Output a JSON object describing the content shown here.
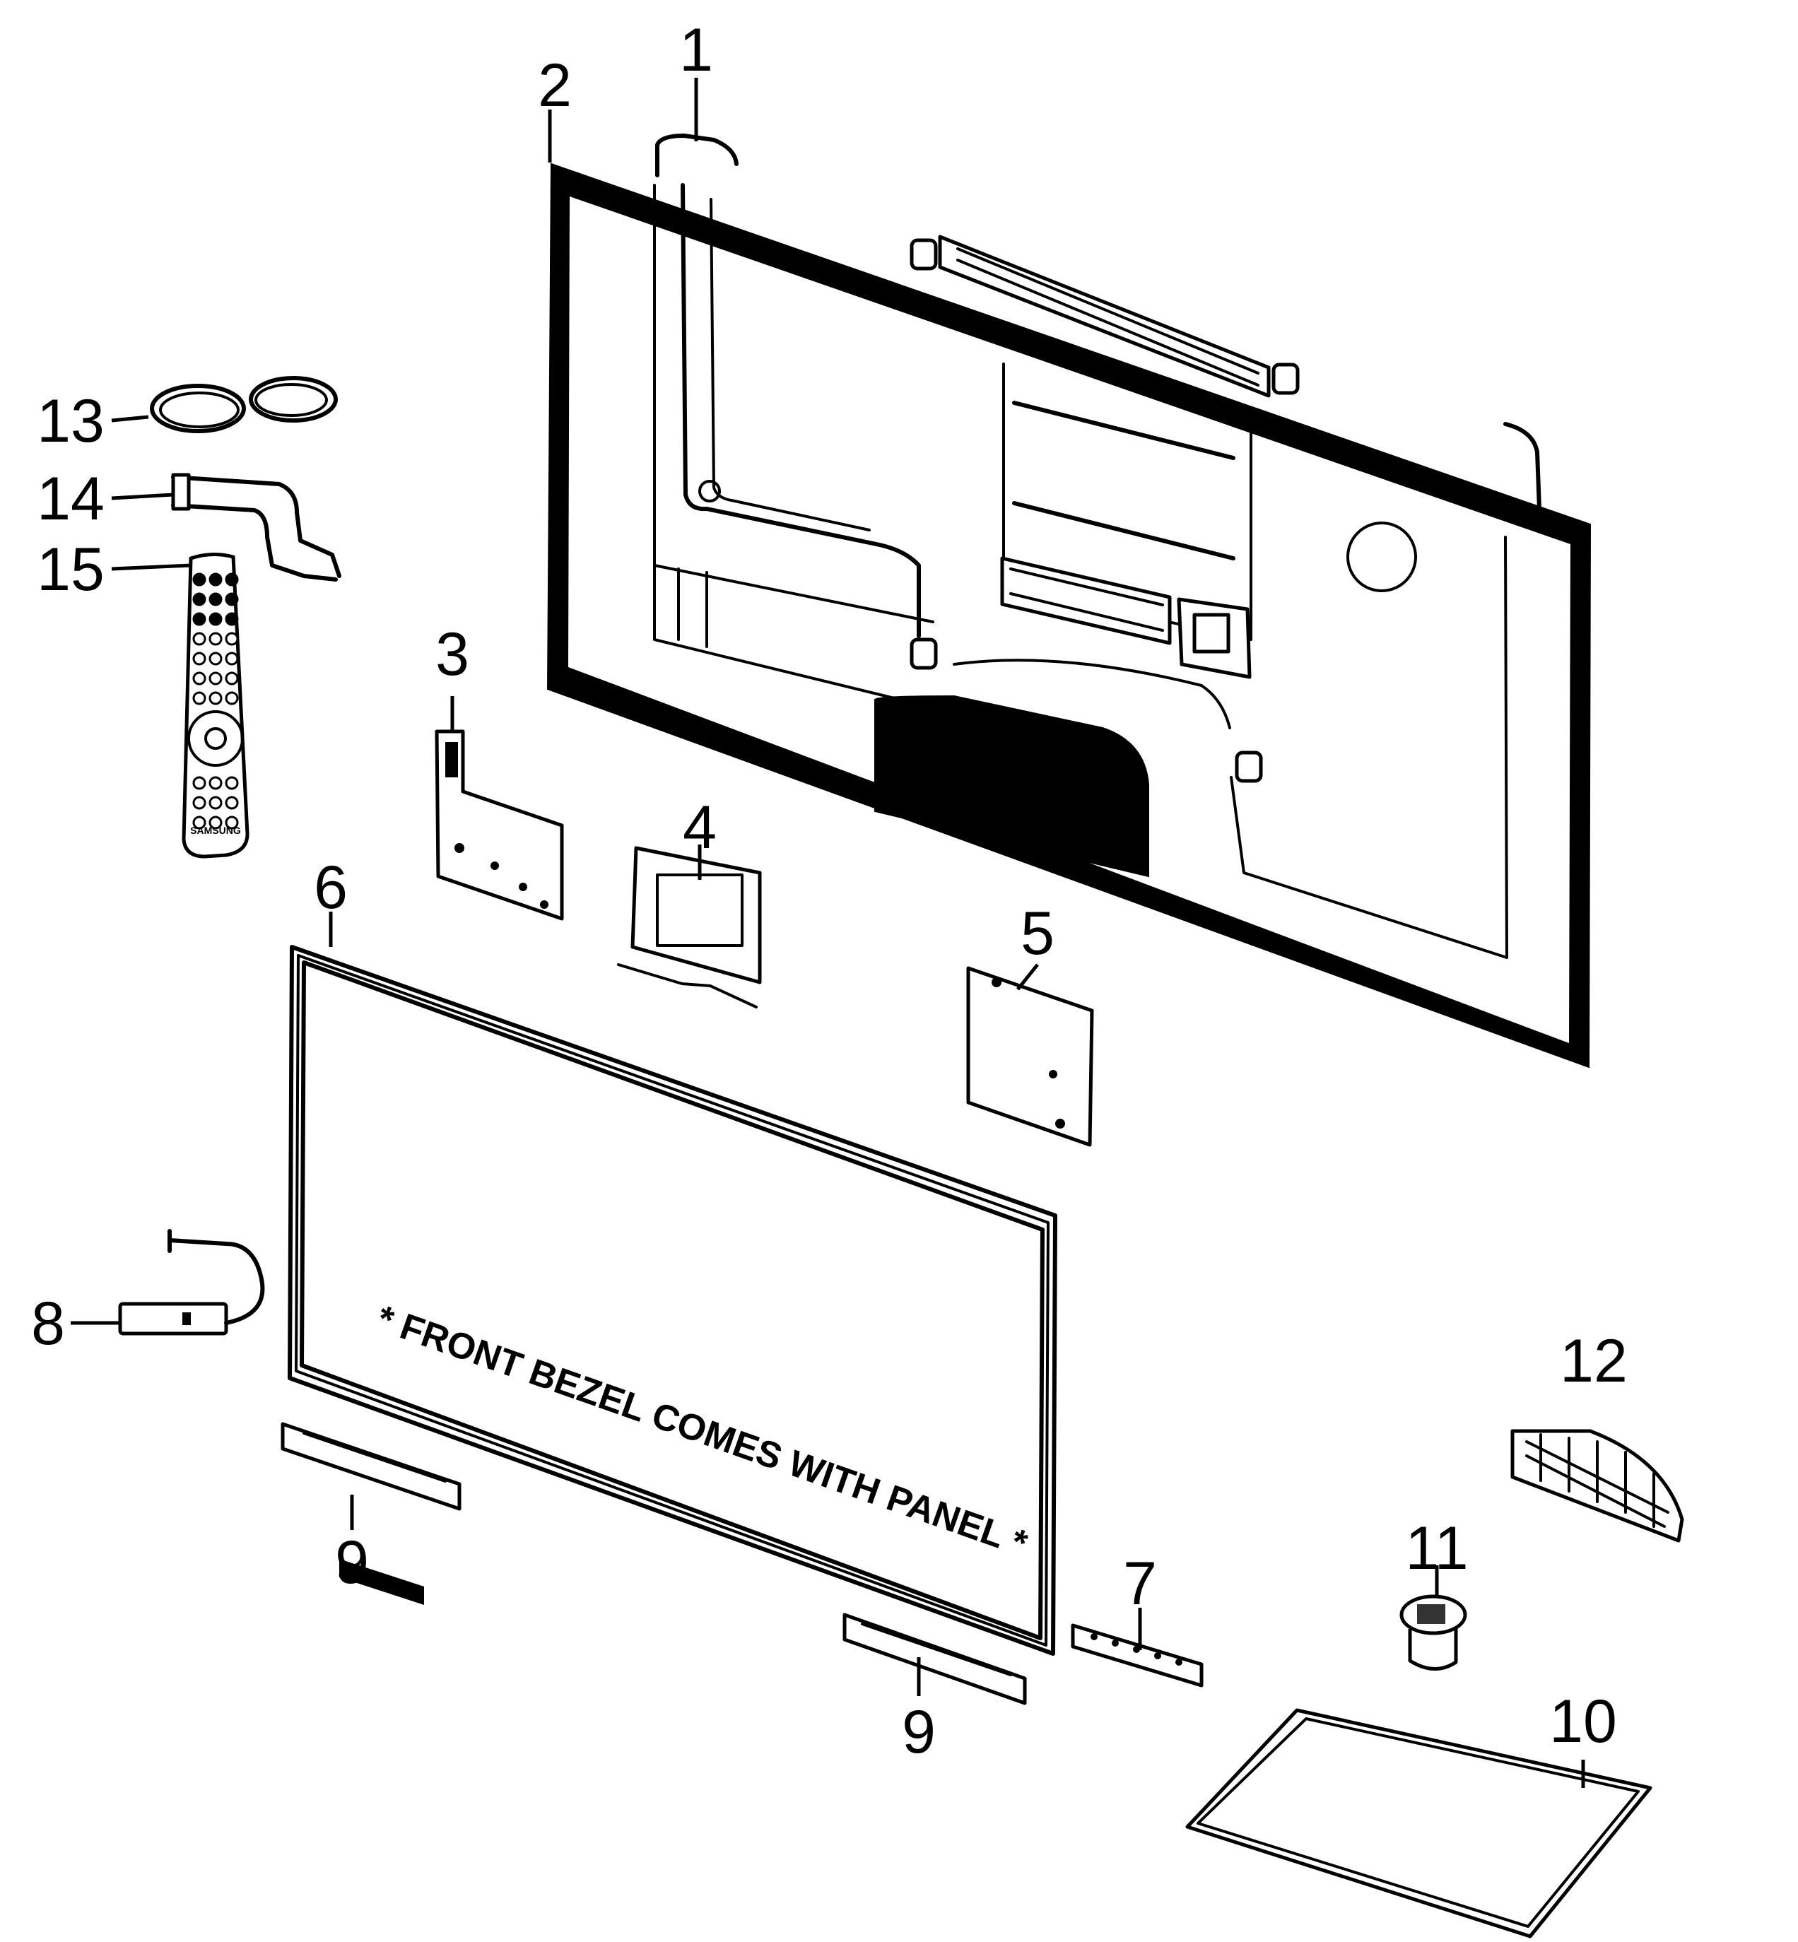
{
  "diagram": {
    "callouts": {
      "c1": "1",
      "c2": "2",
      "c3": "3",
      "c4": "4",
      "c5": "5",
      "c6": "6",
      "c7": "7",
      "c8": "8",
      "c9a": "9",
      "c9b": "9",
      "c10": "10",
      "c11": "11",
      "c12": "12",
      "c13": "13",
      "c14": "14",
      "c15": "15"
    },
    "note": "* FRONT BEZEL COMES WITH PANEL *",
    "remote_brand": "SAMSUNG"
  }
}
